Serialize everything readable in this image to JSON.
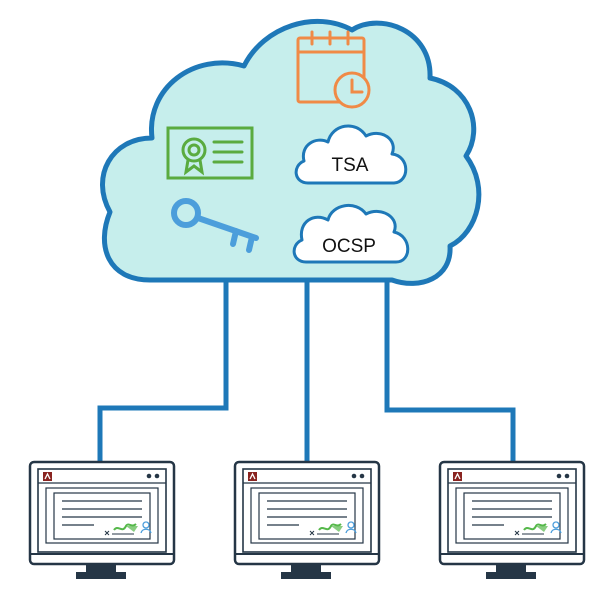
{
  "cloud": {
    "services": {
      "tsa": "TSA",
      "ocsp": "OCSP"
    },
    "icons": [
      "calendar-clock-icon",
      "certificate-icon",
      "key-icon"
    ]
  },
  "clients": [
    {
      "name": "computer-1"
    },
    {
      "name": "computer-2"
    },
    {
      "name": "computer-3"
    }
  ],
  "colors": {
    "line": "#1e78b8",
    "cloud_fill": "#c6eeec",
    "calendar": "#f08a46",
    "certificate": "#5aab3f",
    "key": "#4c9edb",
    "monitor_outline": "#253646",
    "app_badge": "#8a2420",
    "signature": "#55b84a"
  }
}
